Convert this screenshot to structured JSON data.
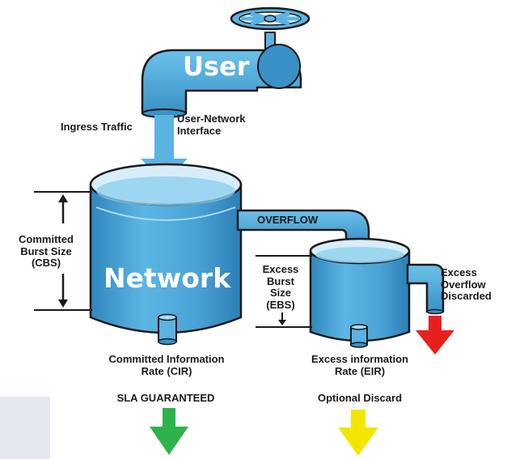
{
  "labels": {
    "user": "User",
    "network": "Network",
    "ingress": "Ingress Traffic",
    "uni": "User-Network\nInterface",
    "overflow": "OVERFLOW",
    "cbs": "Committed\nBurst Size\n(CBS)",
    "ebs": "Excess\nBurst\nSize\n(EBS)",
    "excess_overflow": "Excess\nOverflow\nDiscarded",
    "cir": "Committed Information\nRate (CIR)",
    "eir": "Excess information\nRate (EIR)",
    "sla": "SLA GUARANTEED",
    "optional": "Optional Discard"
  },
  "colors": {
    "water": "#5bb3e2",
    "water_dark": "#3a8fc4",
    "outline": "#1a1a1a",
    "green_arrow": "#2db34a",
    "yellow_arrow": "#f2e600",
    "red_arrow": "#e8201d"
  },
  "icons": {
    "valve": "valve-wheel-icon"
  }
}
